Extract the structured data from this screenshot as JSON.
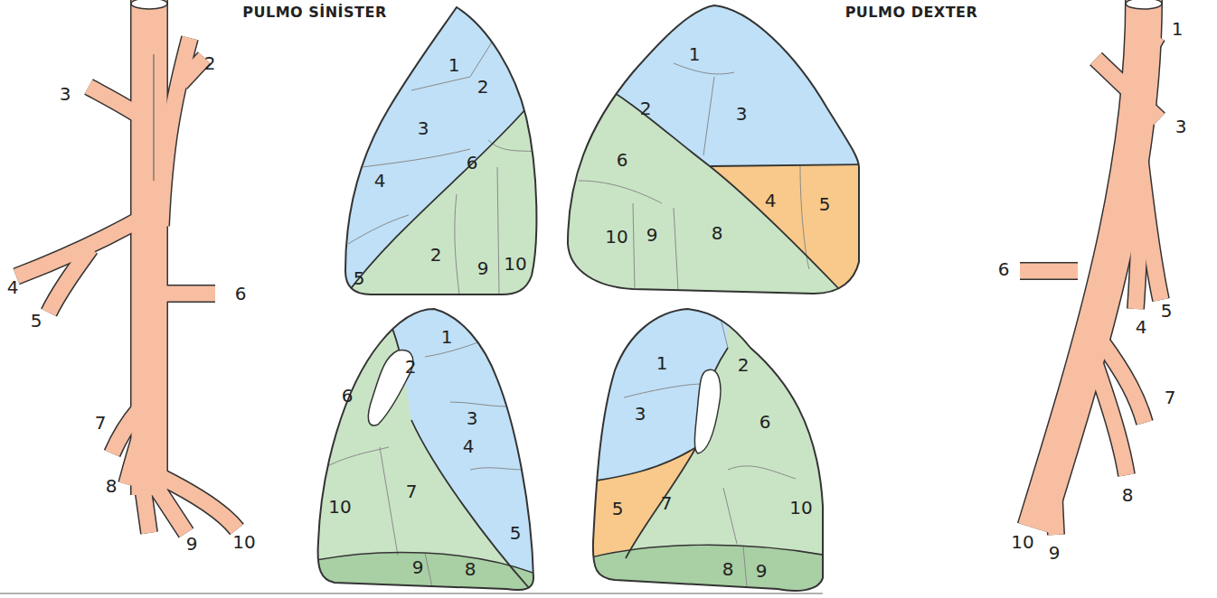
{
  "diagram": {
    "labels": [
      "PULMO SİNİSTER",
      "PULMO DEXTER",
      "2",
      "3",
      "4",
      "5",
      "6",
      "7",
      "8",
      "9",
      "10",
      "1",
      "2",
      "3",
      "4",
      "5",
      "6",
      "2",
      "9",
      "10",
      "1",
      "2",
      "6",
      "3",
      "4",
      "10",
      "7",
      "9",
      "8",
      "5",
      "1",
      "2",
      "3",
      "6",
      "4",
      "5",
      "10",
      "9",
      "8",
      "1",
      "2",
      "3",
      "6",
      "5",
      "7",
      "10",
      "8",
      "9",
      "1",
      "3",
      "6",
      "5",
      "4",
      "7",
      "8",
      "10",
      "9"
    ]
  }
}
